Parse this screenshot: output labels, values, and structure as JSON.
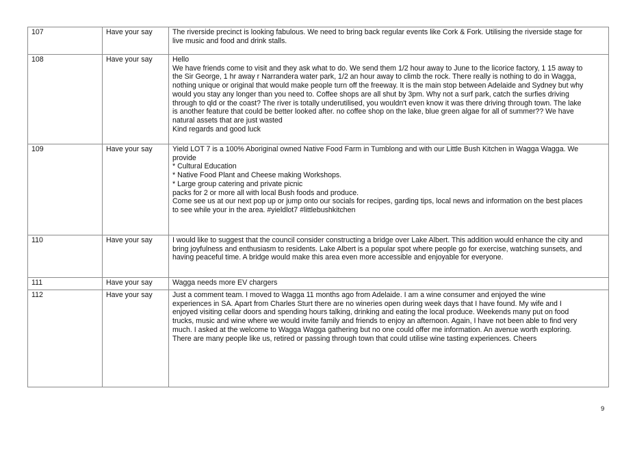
{
  "rows": [
    {
      "id": "107",
      "type": "Have your say",
      "lines": [
        "The riverside precinct is looking fabulous. We need to bring back regular events like Cork & Fork. Utilising the riverside stage for",
        "live music and food and drink stalls."
      ]
    },
    {
      "id": "108",
      "type": "Have your say",
      "lines": [
        "Hello",
        "We have friends come to visit and they ask what to do. We send them 1/2 hour away to June to the licorice factory, 1 15 away to",
        "the Sir George, 1 hr away r Narrandera water park, 1/2 an hour away to climb the rock. There really is nothing to do in Wagga,",
        "nothing unique or original that would make people turn off the freeway. It is the main stop between Adelaide and Sydney but why",
        "would you stay any longer than you need to. Coffee shops are all shut by 3pm. Why not a surf park, catch the surfies driving",
        "through to qld or the coast? The river is totally underutilised, you wouldn't even know it was there driving through town. The lake",
        "is another feature that could be better looked after. no coffee shop on the lake, blue green algae for all of summer?? We have",
        "natural assets that are just wasted",
        "Kind regards and good luck"
      ]
    },
    {
      "id": "109",
      "type": "Have your say",
      "lines": [
        "Yield LOT 7 is a 100% Aboriginal owned Native Food Farm in Tumblong and with our Little Bush Kitchen in Wagga Wagga. We",
        "provide",
        "* Cultural Education",
        "* Native Food Plant and Cheese making Workshops.",
        "* Large group catering and private picnic",
        "packs for 2 or more all with local Bush foods and produce.",
        "Come see us at our next pop up or jump onto our socials for recipes, garding tips, local news and information on the best places",
        "to see while your in the area. #yieldlot7 #littlebushkitchen"
      ]
    },
    {
      "id": "110",
      "type": "Have your say",
      "lines": [
        "I would like to suggest that the council consider constructing a bridge over Lake Albert. This addition would enhance the city and",
        "bring joyfulness and enthusiasm to residents. Lake Albert is a popular spot where people go for exercise, watching sunsets, and",
        "having peaceful time. A bridge would make this area even more accessible and enjoyable for everyone."
      ]
    },
    {
      "id": "111",
      "type": "Have your say",
      "lines": [
        "Wagga needs more EV chargers"
      ]
    },
    {
      "id": "112",
      "type": "Have your say",
      "lines": [
        "Just a comment team. I moved to Wagga 11 months ago from Adelaide.  I am a wine consumer and enjoyed the wine",
        "experiences in SA. Apart from Charles Sturt there are no wineries open during week days that I have found. My wife and I",
        "enjoyed visiting cellar doors and spending hours talking, drinking and eating the local produce. Weekends many put on food",
        "trucks, music and wine where we would invite family and friends to enjoy an afternoon.  Again, I have not been able to find very",
        "much. I asked at the welcome to Wagga Wagga gathering but no one could offer me information.  An avenue worth exploring.",
        "There are many people like us, retired or passing through town that could utilise wine tasting experiences. Cheers"
      ]
    }
  ],
  "page_number": "9"
}
